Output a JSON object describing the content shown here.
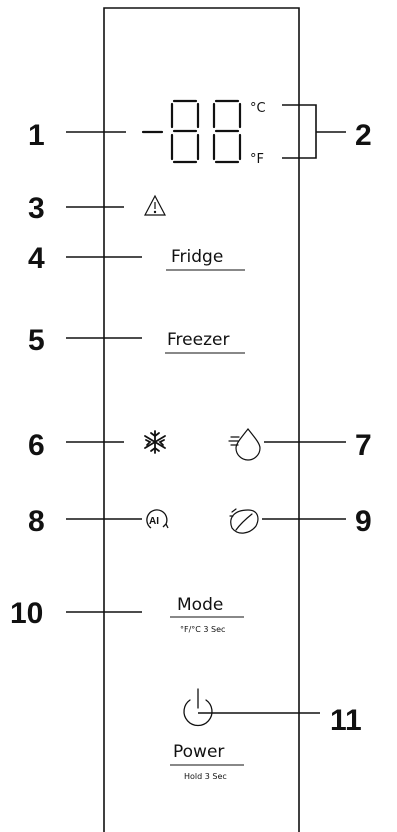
{
  "display": {
    "digits": "88",
    "unit_celsius": "°C",
    "unit_fahrenheit": "°F"
  },
  "labels": {
    "fridge": "Fridge",
    "freezer": "Freezer",
    "mode": "Mode",
    "mode_sub": "°F/°C 3 Sec",
    "power": "Power",
    "power_sub": "Hold 3 Sec"
  },
  "callouts": [
    "1",
    "2",
    "3",
    "4",
    "5",
    "6",
    "7",
    "8",
    "9",
    "10",
    "11"
  ],
  "icons": [
    "alert-icon",
    "snowflake-icon",
    "ice-maker-icon",
    "ai-mode-icon",
    "eco-leaf-icon",
    "power-icon"
  ]
}
